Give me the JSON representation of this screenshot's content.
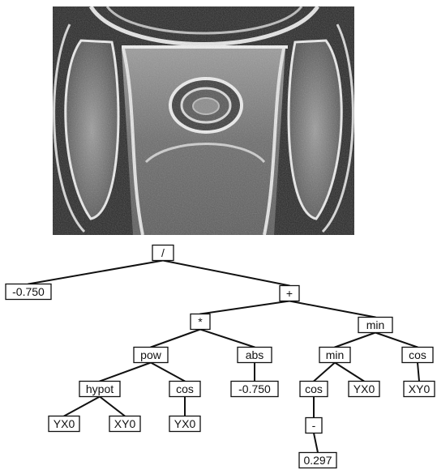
{
  "colors": {
    "background": "#ffffff",
    "ink": "#111111",
    "texture_dark": "#1e1e1e",
    "texture_mid": "#6e6e6e",
    "texture_light": "#f0f0f0"
  },
  "expression_tree": {
    "root": {
      "op": "/",
      "children": [
        {
          "op": "-0.750"
        },
        {
          "op": "+",
          "children": [
            {
              "op": "*",
              "children": [
                {
                  "op": "pow",
                  "children": [
                    {
                      "op": "hypot",
                      "children": [
                        {
                          "op": "YX0"
                        },
                        {
                          "op": "XY0"
                        }
                      ]
                    },
                    {
                      "op": "cos",
                      "children": [
                        {
                          "op": "YX0"
                        }
                      ]
                    }
                  ]
                },
                {
                  "op": "abs",
                  "children": [
                    {
                      "op": "-0.750"
                    }
                  ]
                }
              ]
            },
            {
              "op": "min",
              "children": [
                {
                  "op": "min",
                  "children": [
                    {
                      "op": "cos",
                      "children": [
                        {
                          "op": "-",
                          "children": [
                            {
                              "op": "0.297"
                            }
                          ]
                        }
                      ]
                    },
                    {
                      "op": "YX0"
                    }
                  ]
                },
                {
                  "op": "cos",
                  "children": [
                    {
                      "op": "XY0"
                    }
                  ]
                }
              ]
            }
          ]
        }
      ]
    }
  }
}
